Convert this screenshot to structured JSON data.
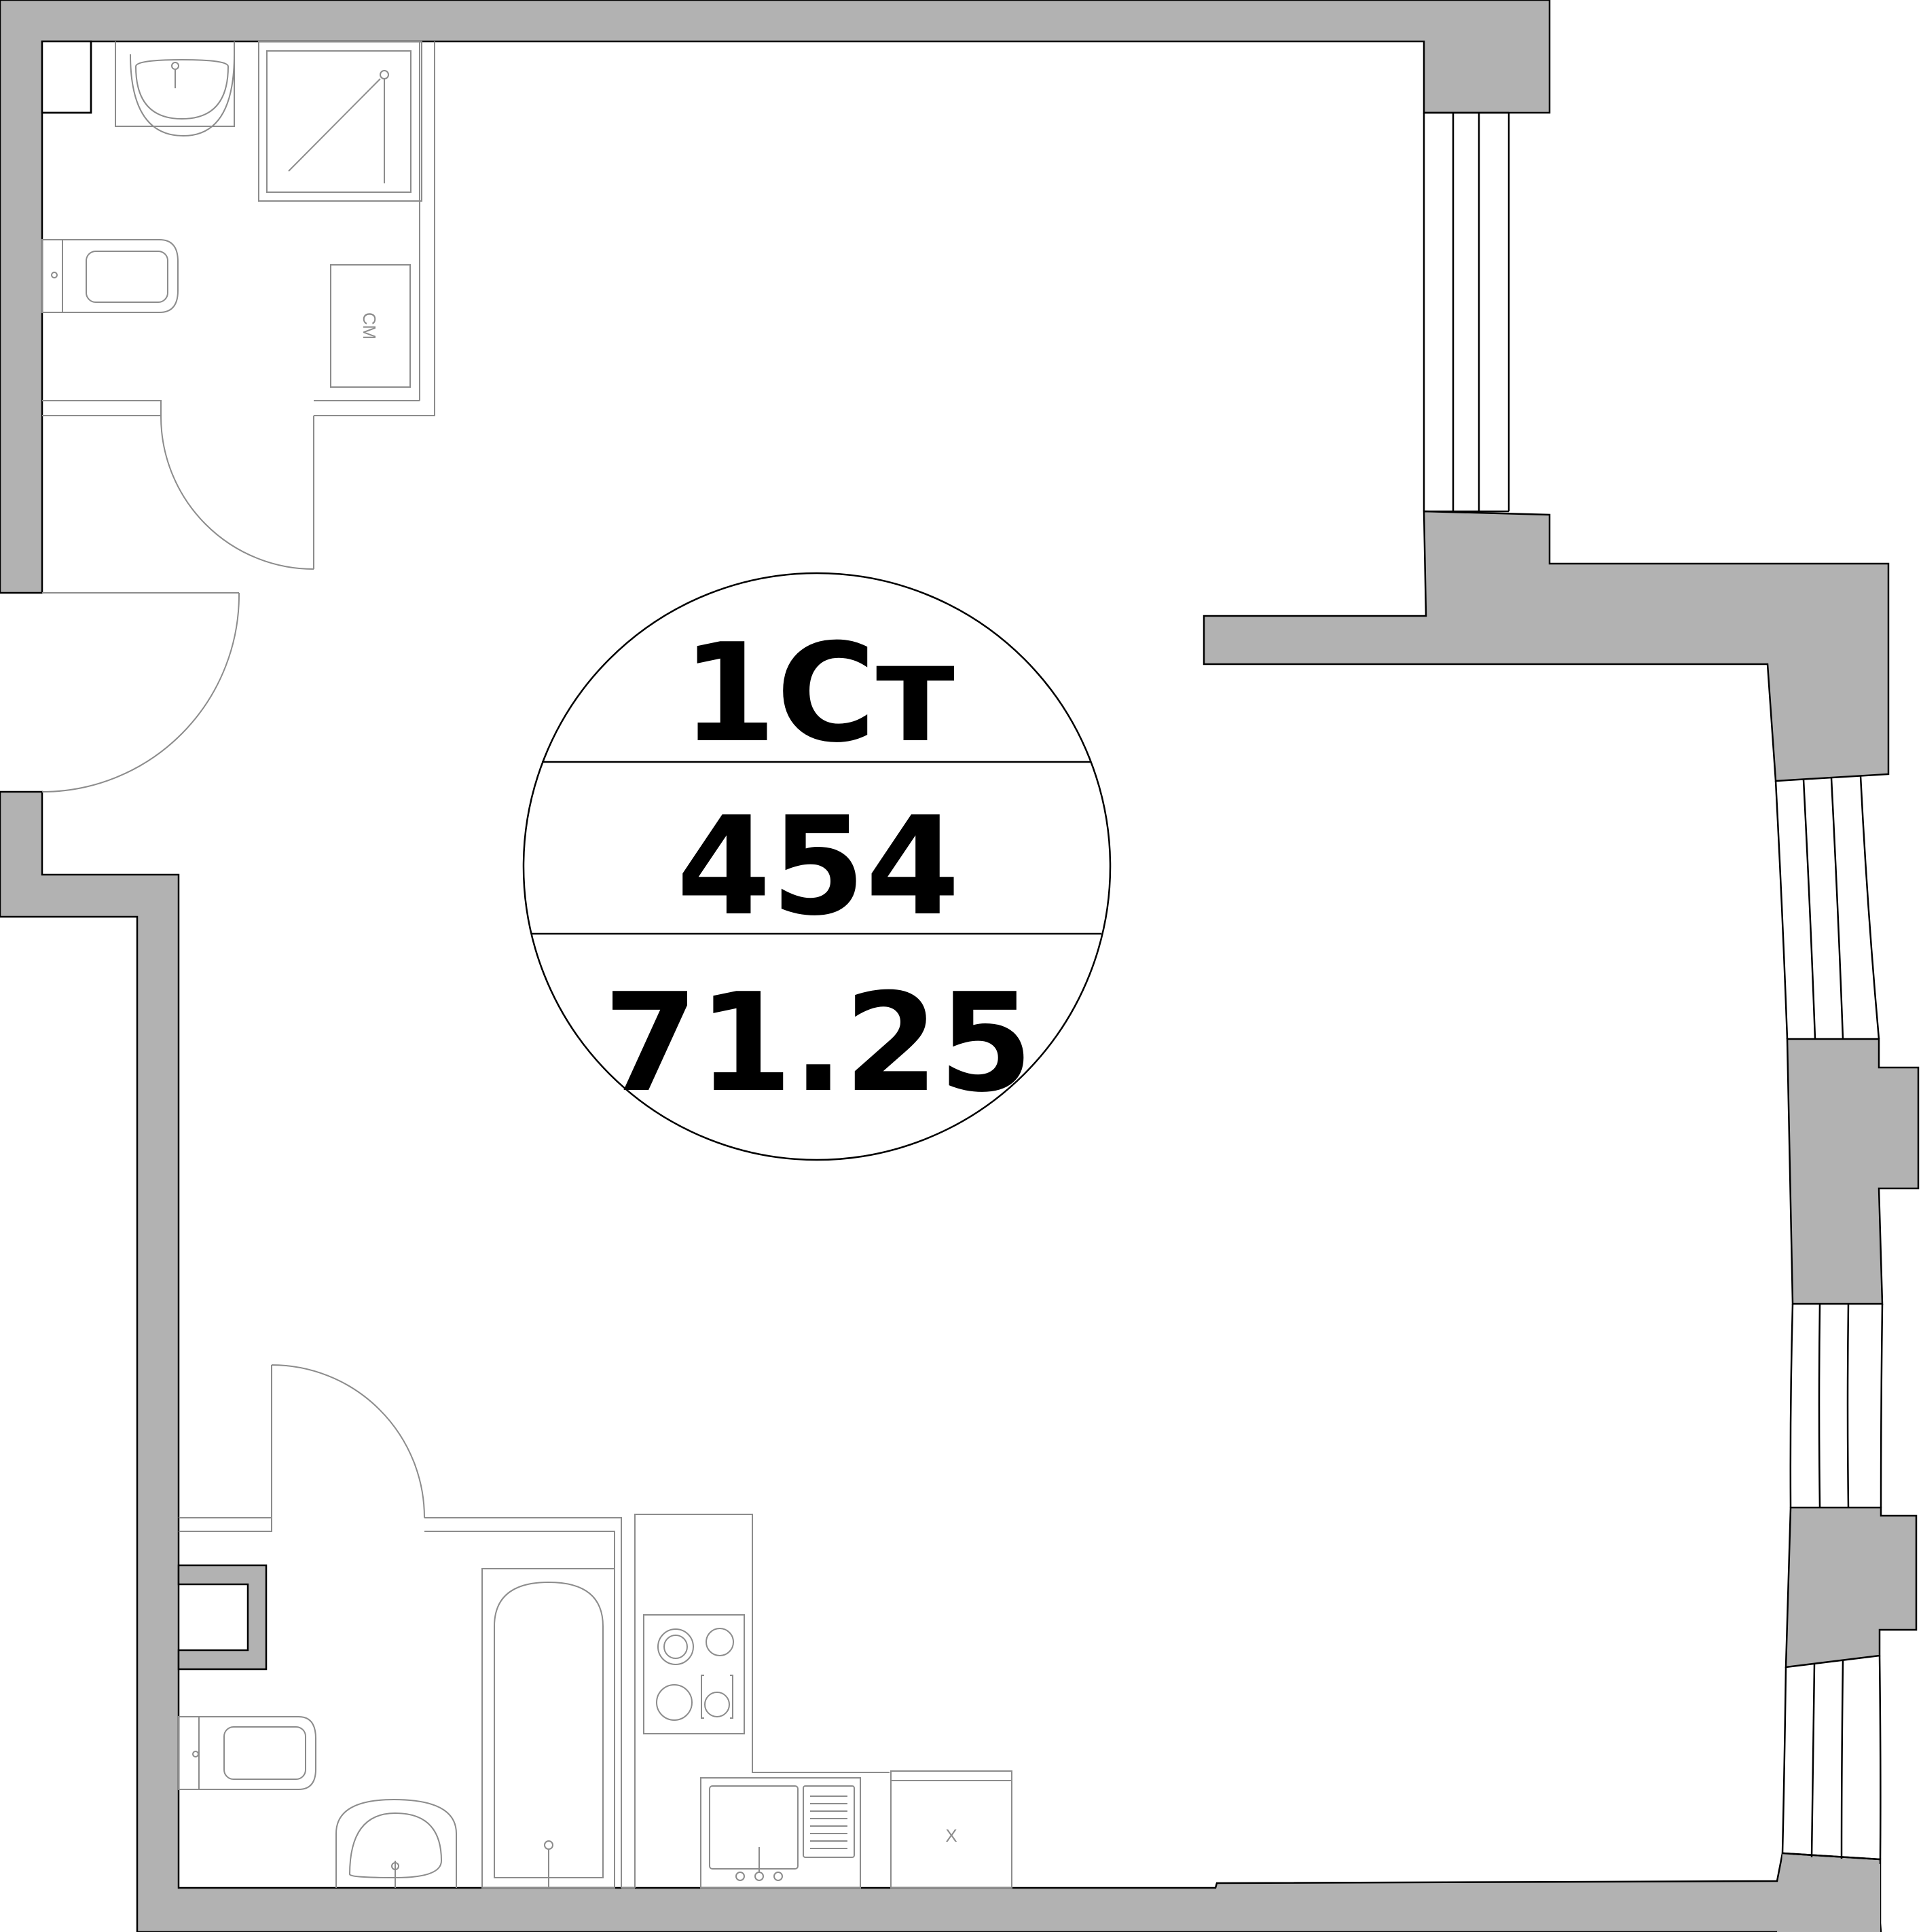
{
  "colors": {
    "wall": "#b2b2b2",
    "outline": "#000000",
    "fixture": "#8c8c8c",
    "background": "#ffffff"
  },
  "unit": {
    "type_label": "1Ст",
    "number": "454",
    "area": "71.25"
  },
  "fixtures": {
    "washing_machine_label": "СМ",
    "fridge_label": "Х"
  }
}
